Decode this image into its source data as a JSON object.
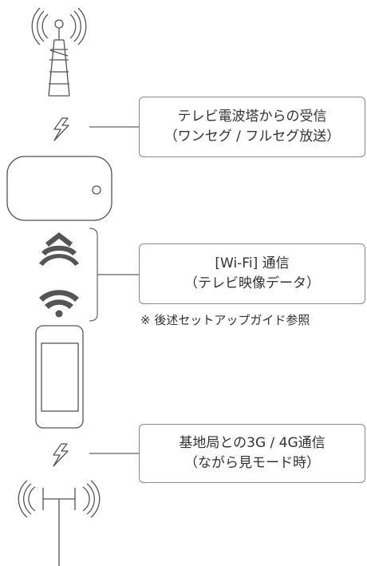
{
  "callouts": {
    "broadcast": {
      "line1": "テレビ電波塔からの受信",
      "line2": "（ワンセグ / フルセグ放送）"
    },
    "wifi": {
      "line1": "[Wi-Fi] 通信",
      "line2": "（テレビ映像データ）"
    },
    "mobile": {
      "line1": "基地局との3G / 4G通信",
      "line2": "（ながら見モード時）"
    }
  },
  "note": "※ 後述セットアップガイド参照",
  "icons": {
    "tower": "tv-tower-icon",
    "signal": "lightning-icon",
    "tuner": "tuner-device-icon",
    "wifi": "wifi-icon",
    "phone": "smartphone-icon",
    "base_station": "base-station-icon"
  },
  "colors": {
    "icon": "#555555",
    "line": "#666666",
    "border": "#8a8a8a",
    "text": "#333333"
  }
}
